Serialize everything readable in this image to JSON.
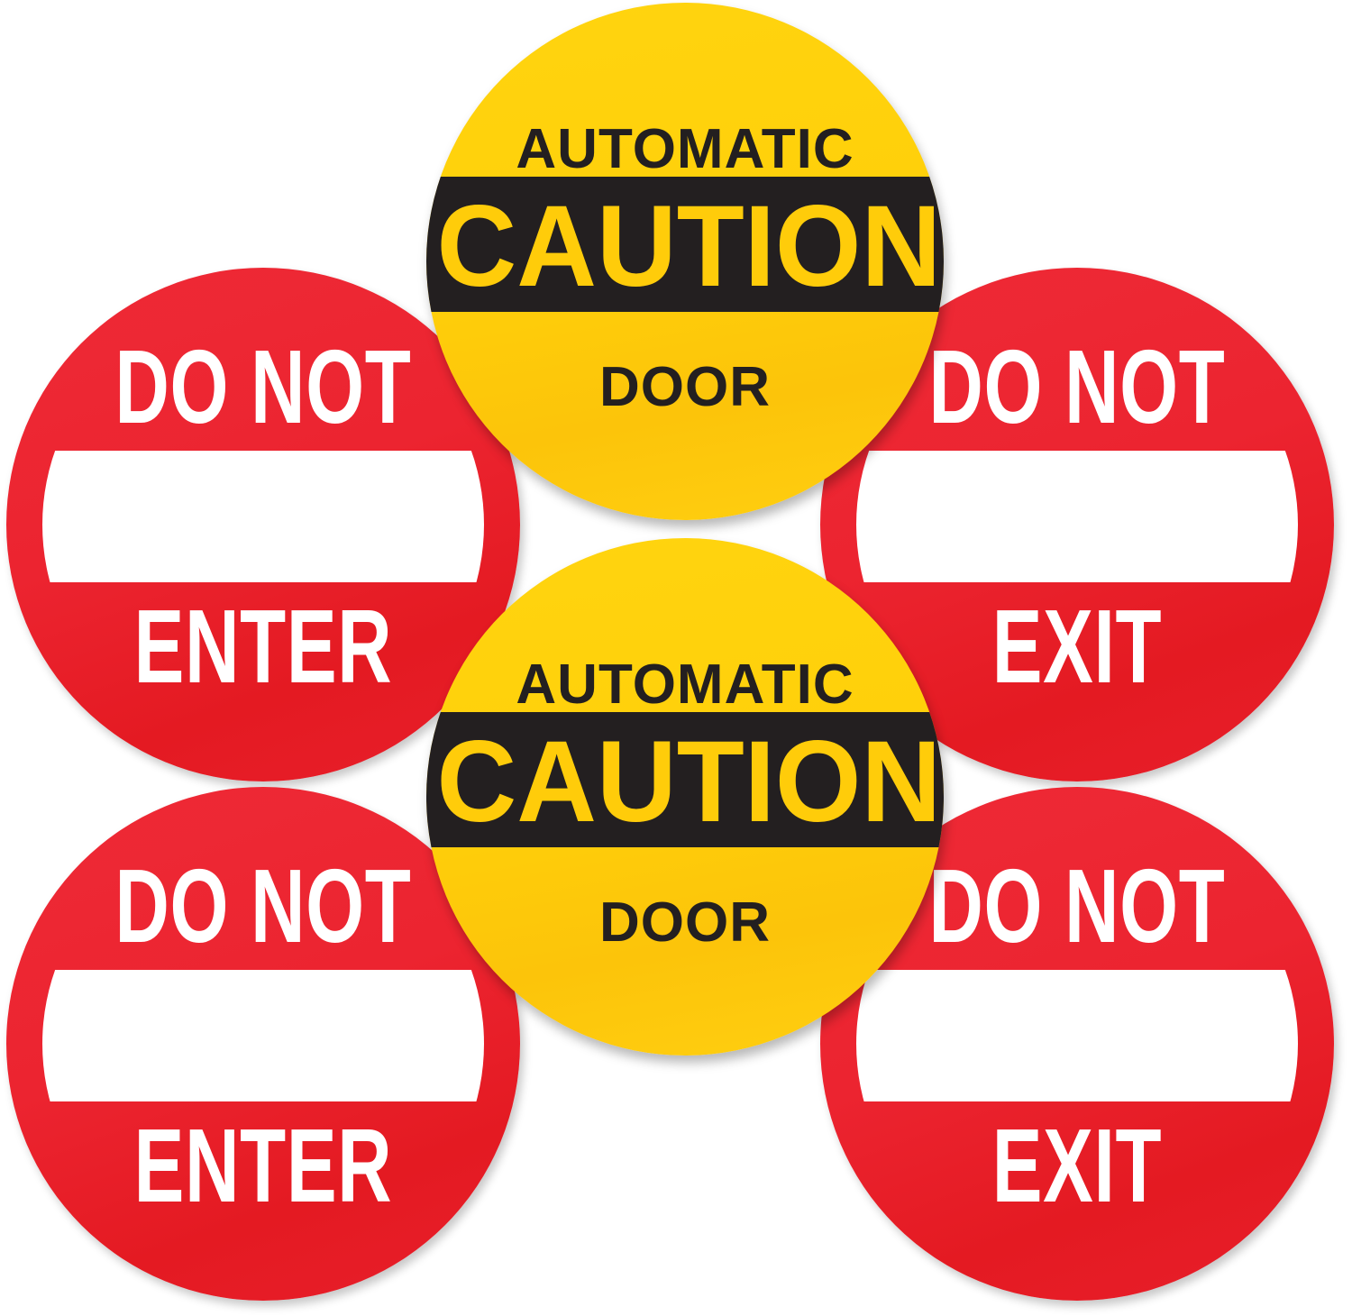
{
  "image": {
    "description": "Set of six round floor/door stickers",
    "background_color": "#ffffff"
  },
  "stickers": {
    "red_top_left": {
      "line1": "DO NOT",
      "line2": "ENTER",
      "color": "#ec2430",
      "text_color": "#ffffff"
    },
    "red_bottom_left": {
      "line1": "DO NOT",
      "line2": "ENTER",
      "color": "#ec2430",
      "text_color": "#ffffff"
    },
    "red_top_right": {
      "line1": "DO NOT",
      "line2": "EXIT",
      "color": "#ec2430",
      "text_color": "#ffffff"
    },
    "red_bottom_right": {
      "line1": "DO NOT",
      "line2": "EXIT",
      "color": "#ec2430",
      "text_color": "#ffffff"
    },
    "yellow_top": {
      "line1": "AUTOMATIC",
      "line2": "CAUTION",
      "line3": "DOOR",
      "color": "#ffd00a",
      "band_color": "#231f20"
    },
    "yellow_middle": {
      "line1": "AUTOMATIC",
      "line2": "CAUTION",
      "line3": "DOOR",
      "color": "#ffd00a",
      "band_color": "#231f20"
    }
  }
}
